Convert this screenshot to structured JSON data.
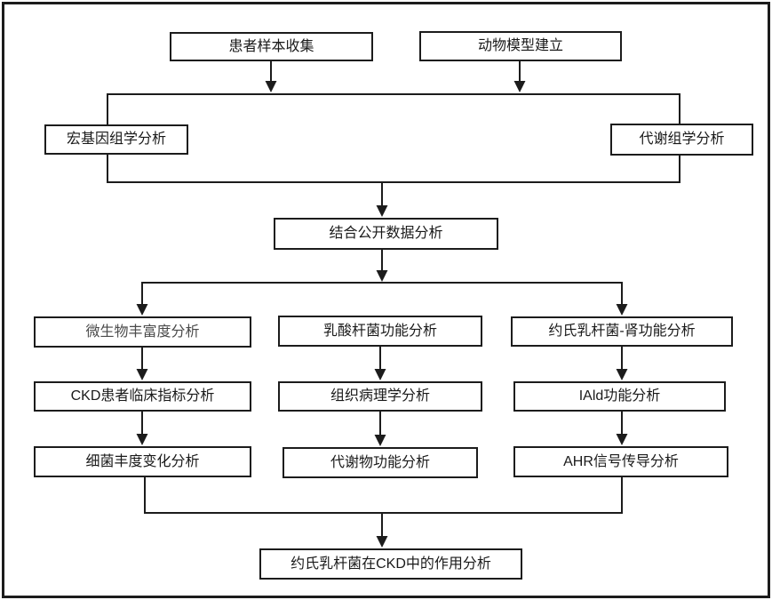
{
  "nodes": {
    "patient_sample": {
      "label": "患者样本收集"
    },
    "animal_model": {
      "label": "动物模型建立"
    },
    "metagenomics": {
      "label": "宏基因组学分析"
    },
    "metabolomics": {
      "label": "代谢组学分析"
    },
    "combined_public_data": {
      "label": "结合公开数据分析"
    },
    "microbial_richness": {
      "label": "微生物丰富度分析"
    },
    "ckd_clinical_indicators": {
      "label": "CKD患者临床指标分析"
    },
    "bacterial_abundance_change": {
      "label": "细菌丰度变化分析"
    },
    "lactobacillus_function": {
      "label": "乳酸杆菌功能分析"
    },
    "histopathology": {
      "label": "组织病理学分析"
    },
    "metabolite_function": {
      "label": "代谢物功能分析"
    },
    "l_johnsonii_kidney_function": {
      "label": "约氏乳杆菌-肾功能分析"
    },
    "iald_function": {
      "label": "IAld功能分析"
    },
    "ahr_signaling": {
      "label": "AHR信号传导分析"
    },
    "l_johnsonii_role_in_ckd": {
      "label": "约氏乳杆菌在CKD中的作用分析"
    }
  },
  "colors": {
    "line": "#1c1c1c",
    "border": "#1c1c1c",
    "text": "#1a1a1a",
    "muted_text": "#4a4a4a",
    "background": "#ffffff"
  }
}
